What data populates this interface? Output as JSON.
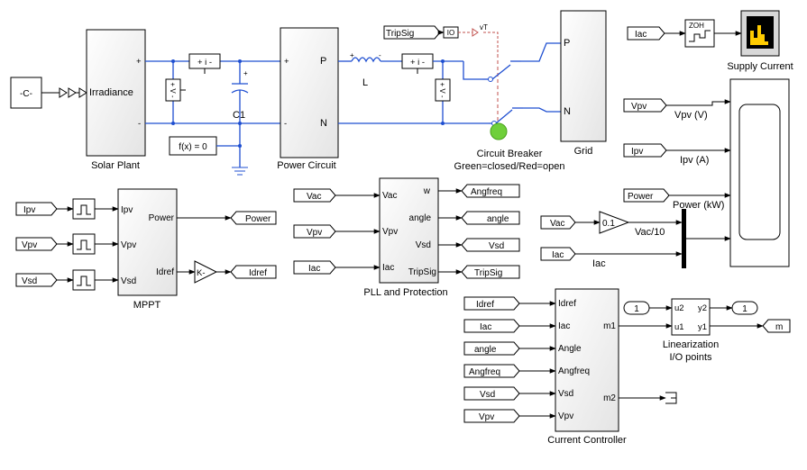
{
  "blocks": {
    "constant": "-C-",
    "solar_plant_port": "Irradiance",
    "solar_plant_name": "Solar Plant",
    "solar_plus": "+",
    "solar_minus": "-",
    "ammeter": "+ i  -",
    "voltmeter": "+ V -",
    "cap_label": "C1",
    "cap_plus": "+",
    "solver": "f(x) = 0",
    "power_circuit_name": "Power Circuit",
    "pc_p": "P",
    "pc_n": "N",
    "pc_plus": "+",
    "pc_minus": "-",
    "inductor": "L",
    "ind_plus": "+",
    "ind_minus": "-",
    "tripsig_goto": "TripSig",
    "io_label": "IO",
    "vt_label": "vT",
    "breaker_name_1": "Circuit Breaker",
    "breaker_name_2": "Green=closed/Red=open",
    "grid_name": "Grid",
    "grid_p": "P",
    "grid_n": "N",
    "iac_from": "Iac",
    "zoh_label": "ZOH",
    "supply_current": "Supply Current",
    "scope_vpv_from": "Vpv",
    "scope_vpv_label": "Vpv (V)",
    "scope_ipv_from": "Ipv",
    "scope_ipv_label": "Ipv (A)",
    "scope_power_from": "Power",
    "scope_power_label": "Power (kW)",
    "scope_vac_from": "Vac",
    "gain_01": "0.1",
    "scope_vac_label": "Vac/10",
    "scope_iac_from": "Iac",
    "scope_iac_label": "Iac",
    "mppt_name": "MPPT",
    "mppt_in": [
      "Ipv",
      "Vpv",
      "Vsd"
    ],
    "mppt_out": [
      "Power",
      "Idref"
    ],
    "mppt_from": [
      "Ipv",
      "Vpv",
      "Vsd"
    ],
    "mppt_goto": [
      "Power",
      "Idref"
    ],
    "k_gain": "K-",
    "pll_name": "PLL and Protection",
    "pll_in": [
      "Vac",
      "Vpv",
      "Iac"
    ],
    "pll_out": [
      "w",
      "angle",
      "Vsd",
      "TripSig"
    ],
    "pll_from": [
      "Vac",
      "Vpv",
      "Iac"
    ],
    "pll_goto": [
      "Angfreq",
      "angle",
      "Vsd",
      "TripSig"
    ],
    "cc_name": "Current Controller",
    "cc_in": [
      "Idref",
      "Iac",
      "Angle",
      "Angfreq",
      "Vsd",
      "Vpv"
    ],
    "cc_out": [
      "m1",
      "m2"
    ],
    "cc_from": [
      "Idref",
      "Iac",
      "angle",
      "Angfreq",
      "Vsd",
      "Vpv"
    ],
    "lin_name_1": "Linearization",
    "lin_name_2": "I/O points",
    "lin_in": [
      "u2",
      "u1"
    ],
    "lin_out": [
      "y2",
      "y1"
    ],
    "const_1a": "1",
    "const_1b": "1",
    "m_goto": "m"
  },
  "colors": {
    "power_wire": "#1f4fd1",
    "signal_wire": "#000000",
    "trip_wire": "#c0504d",
    "breaker_lamp": "#6fcf3a",
    "scope_screen": "#ffcc00"
  }
}
